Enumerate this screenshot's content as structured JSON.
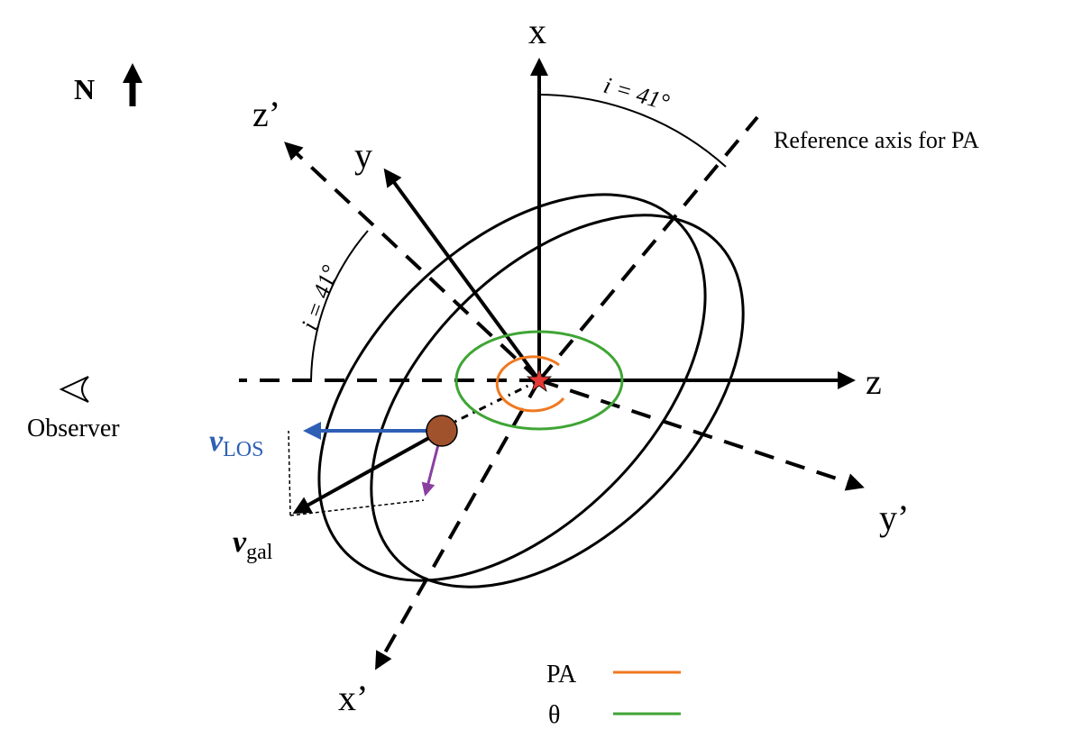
{
  "labels": {
    "north": "N",
    "x": "x",
    "y": "y",
    "z": "z",
    "x_prime": "x’",
    "y_prime": "y’",
    "z_prime": "z’",
    "inclination_top": "i = 41°",
    "inclination_left": "i = 41°",
    "reference_axis": "Reference axis for PA",
    "observer": "Observer",
    "v_los_main": "v",
    "v_los_sub": "LOS",
    "v_gal_main": "v",
    "v_gal_sub": "gal"
  },
  "legend": [
    {
      "label": "PA",
      "color": "#F07820"
    },
    {
      "label": "θ",
      "color": "#3FA535"
    }
  ],
  "colors": {
    "v_los_arrow": "#2E5FB5",
    "v_los_text": "#2E5FB5",
    "purple_arrow": "#8A3FA0",
    "particle": "#A0522D",
    "center_star": "#E53935",
    "pa_arc": "#F07820",
    "theta_arc": "#3FA535"
  },
  "icons": {
    "north_arrow": "arrow-up-icon",
    "observer_eye": "eye-icon",
    "center": "star-icon",
    "particle": "circle-icon"
  }
}
